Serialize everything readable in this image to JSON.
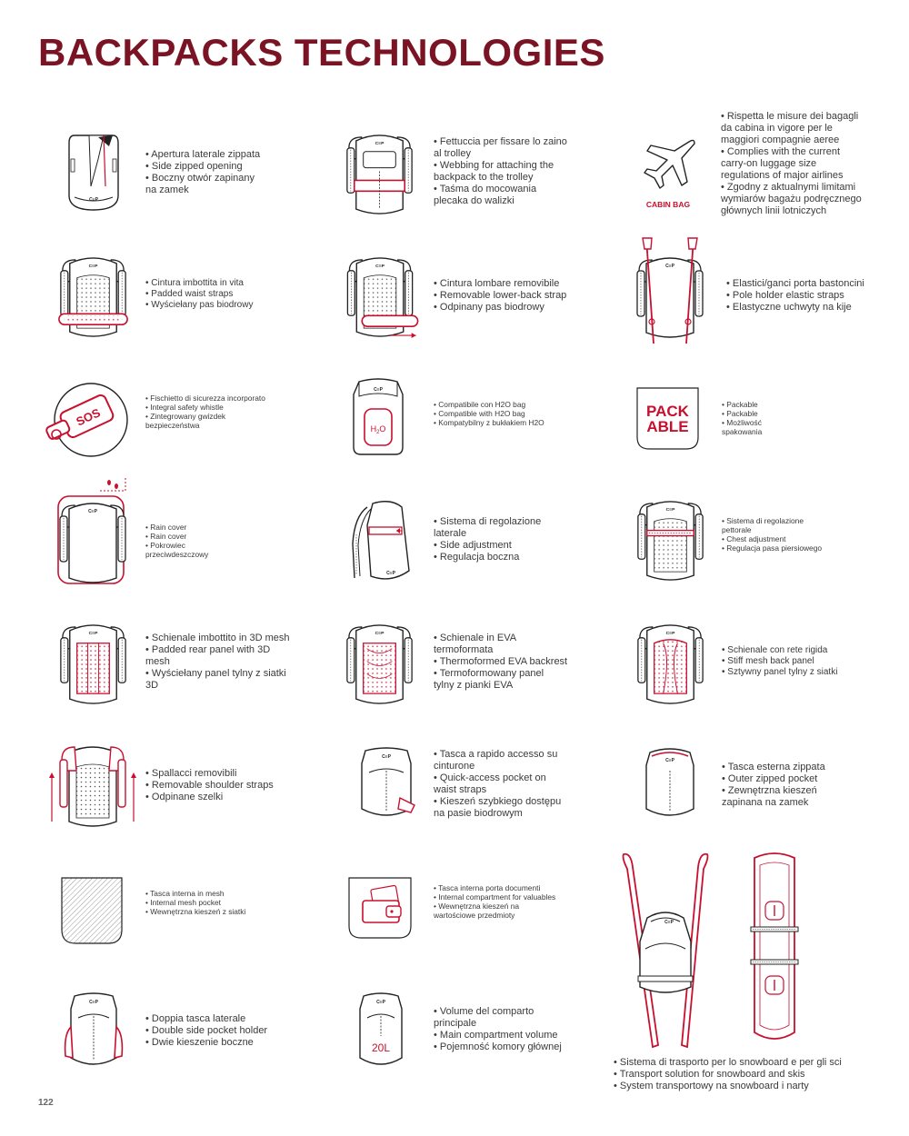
{
  "page": {
    "title": "BACKPACKS TECHNOLOGIES",
    "page_number": "122"
  },
  "colors": {
    "title": "#7a1424",
    "accent": "#c8102e",
    "line": "#222222"
  },
  "items": {
    "side_zip": {
      "lines": [
        "• Apertura laterale zippata",
        "• Side zipped opening",
        "• Boczny otwór zapinany",
        "na zamek"
      ]
    },
    "trolley": {
      "lines": [
        "• Fettuccia per fissare lo zaino",
        " al trolley",
        "• Webbing for attaching the",
        "backpack to the trolley",
        "• Taśma do mocowania",
        "plecaka do walizki"
      ]
    },
    "cabin": {
      "icon_label": "CABIN BAG",
      "lines": [
        "• Rispetta le misure dei bagagli",
        " da cabina in vigore per le",
        "maggiori compagnie aeree",
        "• Complies with the current",
        "carry-on luggage size",
        "regulations of major airlines",
        "• Zgodny z aktualnymi limitami",
        "wymiarów bagażu podręcznego",
        "głównych linii lotniczych"
      ]
    },
    "padded_waist": {
      "lines": [
        "• Cintura imbottita in vita",
        "• Padded waist straps",
        "• Wyściełany pas biodrowy"
      ]
    },
    "removable_waist": {
      "lines": [
        "• Cintura lombare removibile",
        "• Removable lower-back strap",
        "• Odpinany pas biodrowy"
      ]
    },
    "pole_holder": {
      "lines": [
        "• Elastici/ganci porta bastoncini",
        "• Pole holder elastic straps",
        "• Elastyczne uchwyty na kije"
      ]
    },
    "whistle": {
      "icon_label": "SOS",
      "lines": [
        "• Fischietto di sicurezza  incorporato",
        "• Integral safety whistle",
        "• Zintegrowany gwizdek",
        "bezpieczeństwa"
      ]
    },
    "h2o": {
      "icon_label_main": "H",
      "icon_label_sub": "2",
      "icon_label_end": "O",
      "lines": [
        "• Compatibile con H2O bag",
        "• Compatible with H2O bag",
        "• Kompatybilny z bukłakiem H2O"
      ]
    },
    "packable": {
      "icon_label_1": "PACK",
      "icon_label_2": "ABLE",
      "lines": [
        "• Packable",
        "• Packable",
        "• Możliwość",
        "spakowania"
      ]
    },
    "rain_cover": {
      "lines": [
        "• Rain cover",
        "• Rain cover",
        "• Pokrowiec",
        "przeciwdeszczowy"
      ]
    },
    "side_adjust": {
      "lines": [
        "• Sistema di regolazione",
        "laterale",
        "• Side adjustment",
        "• Regulacja boczna"
      ]
    },
    "chest_adjust": {
      "lines": [
        "• Sistema di regolazione",
        "pettorale",
        "• Chest adjustment",
        "• Regulacja pasa piersiowego"
      ]
    },
    "mesh_3d": {
      "lines": [
        "• Schienale imbottito in 3D  mesh",
        "• Padded rear panel with 3D",
        "mesh",
        "• Wyściełany panel tylny z siatki",
        "3D"
      ]
    },
    "eva": {
      "lines": [
        "• Schienale in EVA",
        "termoformata",
        "• Thermoformed EVA backrest",
        "• Termoformowany panel",
        "tylny z pianki EVA"
      ]
    },
    "stiff_mesh": {
      "lines": [
        "• Schienale con rete rigida",
        "• Stiff mesh back panel",
        "• Sztywny panel tylny z siatki"
      ]
    },
    "removable_shoulder": {
      "lines": [
        "• Spallacci removibili",
        "• Removable shoulder straps",
        "• Odpinane szelki"
      ]
    },
    "quick_pocket": {
      "lines": [
        "• Tasca a rapido accesso su",
        "cinturone",
        "• Quick-access pocket on",
        "waist  straps",
        "• Kieszeń szybkiego dostępu",
        "na pasie biodrowym"
      ]
    },
    "outer_pocket": {
      "lines": [
        "• Tasca esterna zippata",
        "• Outer zipped pocket",
        "• Zewnętrzna kieszeń",
        "zapinana na zamek"
      ]
    },
    "inner_mesh": {
      "lines": [
        "• Tasca interna in mesh",
        "• Internal mesh pocket",
        "• Wewnętrzna kieszeń z siatki"
      ]
    },
    "document_pocket": {
      "lines": [
        "• Tasca interna porta documenti",
        "• Internal compartment for  valuables",
        "• Wewnętrzna kieszeń na",
        "wartościowe przedmioty"
      ]
    },
    "double_side": {
      "lines": [
        "• Doppia tasca laterale",
        "• Double side pocket holder",
        "• Dwie kieszenie boczne"
      ]
    },
    "volume": {
      "icon_label": "20L",
      "lines": [
        "• Volume del comparto",
        "principale",
        "• Main compartment volume",
        "• Pojemność komory głównej"
      ]
    },
    "ski_snowboard": {
      "lines": [
        "• Sistema di trasporto per lo snowboard e per gli sci",
        "• Transport solution for snowboard and skis",
        "• System transportowy na snowboard i narty"
      ]
    }
  }
}
